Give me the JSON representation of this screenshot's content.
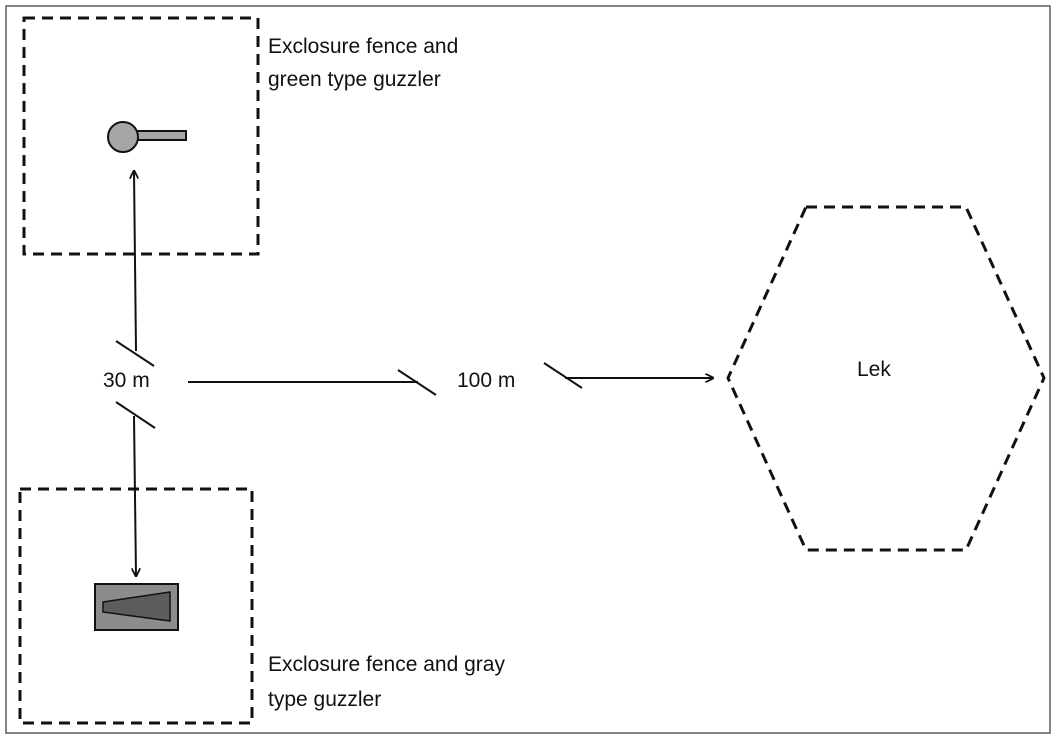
{
  "labels": {
    "green_enclosure": [
      "Exclosure fence and",
      "green type guzzler"
    ],
    "gray_enclosure": [
      "Exclosure fence and gray",
      "type guzzler"
    ],
    "distance_short": "30 m",
    "distance_long": "100 m",
    "lek": "Lek"
  },
  "colors": {
    "border": "#5a5a5a",
    "line": "#111111",
    "green_guzzler_fill": "#a6a6a6",
    "gray_guzzler_fill": "#8c8c8c",
    "gray_guzzler_inner": "#5c5c5c"
  },
  "icons": {
    "green_guzzler": "circle-with-pipe",
    "gray_guzzler": "rectangle-with-wedge"
  }
}
